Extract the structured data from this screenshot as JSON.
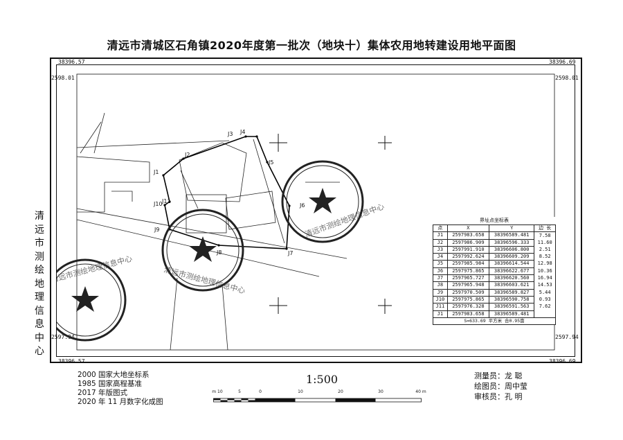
{
  "title": "清远市清城区石角镇2020年度第一批次（地块十）集体农用地转建设用地平面图",
  "corners": {
    "top_left_x": "38396.57",
    "top_right_x": "38396.69",
    "bottom_left_x": "38396.57",
    "bottom_right_x": "38396.69",
    "left_top_y": "2598.01",
    "right_top_y": "2598.01",
    "left_bottom_y": "2597.94",
    "right_bottom_y": "2597.94"
  },
  "side_org": [
    "清",
    "远",
    "市",
    "测",
    "绘",
    "地",
    "理",
    "信",
    "息",
    "中",
    "心"
  ],
  "points": [
    "J1",
    "J2",
    "J3",
    "J4",
    "J5",
    "J6",
    "J7",
    "J8",
    "J9",
    "J10",
    "J11"
  ],
  "coord_table": {
    "caption": "界址点坐标表",
    "headers": [
      "点",
      "X",
      "Y",
      "边 长"
    ],
    "rows": [
      {
        "pt": "J1",
        "x": "2597983.658",
        "y": "38396589.481",
        "d": "7.58"
      },
      {
        "pt": "J2",
        "x": "2597986.909",
        "y": "38396596.333",
        "d": "11.60"
      },
      {
        "pt": "J3",
        "x": "2597991.910",
        "y": "38396606.800",
        "d": "2.51"
      },
      {
        "pt": "J4",
        "x": "2597992.624",
        "y": "38396609.209",
        "d": "8.52"
      },
      {
        "pt": "J5",
        "x": "2597985.984",
        "y": "38396614.544",
        "d": "12.98"
      },
      {
        "pt": "J6",
        "x": "2597975.865",
        "y": "38396622.677",
        "d": "10.36"
      },
      {
        "pt": "J7",
        "x": "2597965.727",
        "y": "38396620.560",
        "d": "16.94"
      },
      {
        "pt": "J8",
        "x": "2597965.948",
        "y": "38396603.621",
        "d": "14.53"
      },
      {
        "pt": "J9",
        "x": "2597970.509",
        "y": "38396589.827",
        "d": "5.44"
      },
      {
        "pt": "J10",
        "x": "2597975.865",
        "y": "38396590.758",
        "d": "0.93"
      },
      {
        "pt": "J11",
        "x": "2597976.328",
        "y": "38396591.563",
        "d": "7.62"
      },
      {
        "pt": "J1",
        "x": "2597983.658",
        "y": "38396589.481",
        "d": ""
      }
    ],
    "summary": "S=633.69 平方米 合0.95亩"
  },
  "stamp_text": "清远市测绘地理信息中心",
  "bottom_left": [
    "2000 国家大地坐标系",
    "1985 国家高程基准",
    "2017 年版图式",
    "2020 年 11 月数字化成图"
  ],
  "scale": "1:500",
  "scalebar_labels": [
    "m 10",
    "5",
    "0",
    "10",
    "20",
    "30",
    "40 m"
  ],
  "staff": [
    "测量员：龙  聪",
    "绘图员：周中莹",
    "审核员：孔  明"
  ]
}
